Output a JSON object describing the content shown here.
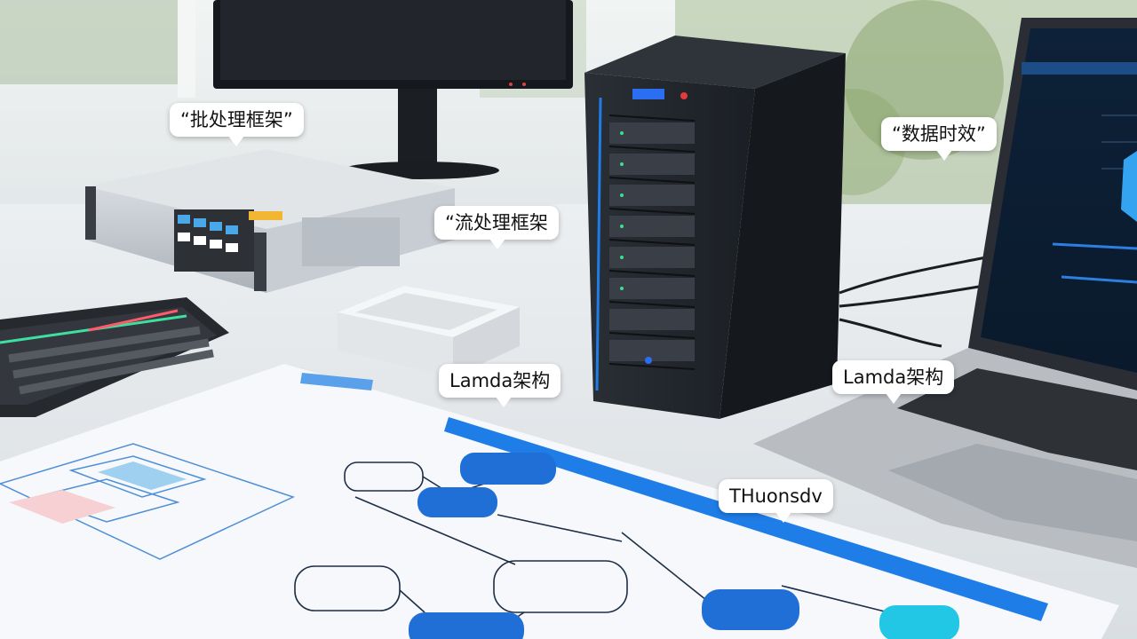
{
  "callouts": {
    "batch": "“批处理框架”",
    "stream": "“流处理框架",
    "timeliness": "“数据时效”",
    "lamda_1": "Lamda架构",
    "lamda_2": "Lamda架构",
    "garbled": "THuonsdv"
  },
  "colors": {
    "accent_blue": "#1f7de8",
    "server_body": "#23272d",
    "desk": "#e4e8ea",
    "paper": "#f6f8fb",
    "cyan_node": "#22c7e6"
  },
  "icons": [
    "keyboard-icon",
    "network-switch-icon",
    "tower-server-icon",
    "laptop-icon",
    "monitor-icon"
  ]
}
